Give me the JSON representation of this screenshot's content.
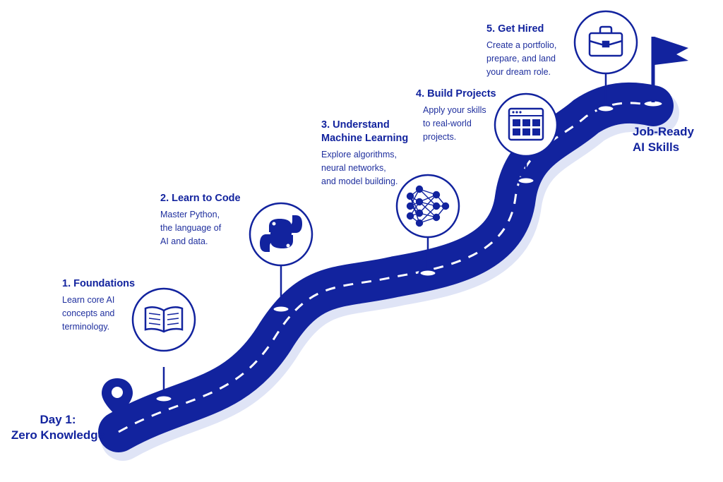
{
  "colors": {
    "road": "#12239e",
    "road_shadow": "#dfe4f6",
    "dash": "#ffffff",
    "text": "#12239e"
  },
  "start": {
    "label": "Day 1:\nZero Knowledge",
    "icon": "location-pin-icon"
  },
  "end": {
    "label": "Job-Ready\nAI Skills",
    "icon": "flag-icon"
  },
  "steps": [
    {
      "title": "1. Foundations",
      "description": "Learn core AI\nconcepts and\nterminology.",
      "icon": "open-book-icon"
    },
    {
      "title": "2. Learn to Code",
      "description": "Master Python,\nthe language of\nAI and data.",
      "icon": "python-logo-icon"
    },
    {
      "title": "3. Understand\nMachine Learning",
      "description": "Explore algorithms,\nneural networks,\nand model building.",
      "icon": "neural-network-icon"
    },
    {
      "title": "4. Build Projects",
      "description": "Apply your skills\nto real-world\nprojects.",
      "icon": "browser-window-icon"
    },
    {
      "title": "5. Get Hired",
      "description": "Create a portfolio,\nprepare, and land\nyour dream role.",
      "icon": "briefcase-icon"
    }
  ]
}
